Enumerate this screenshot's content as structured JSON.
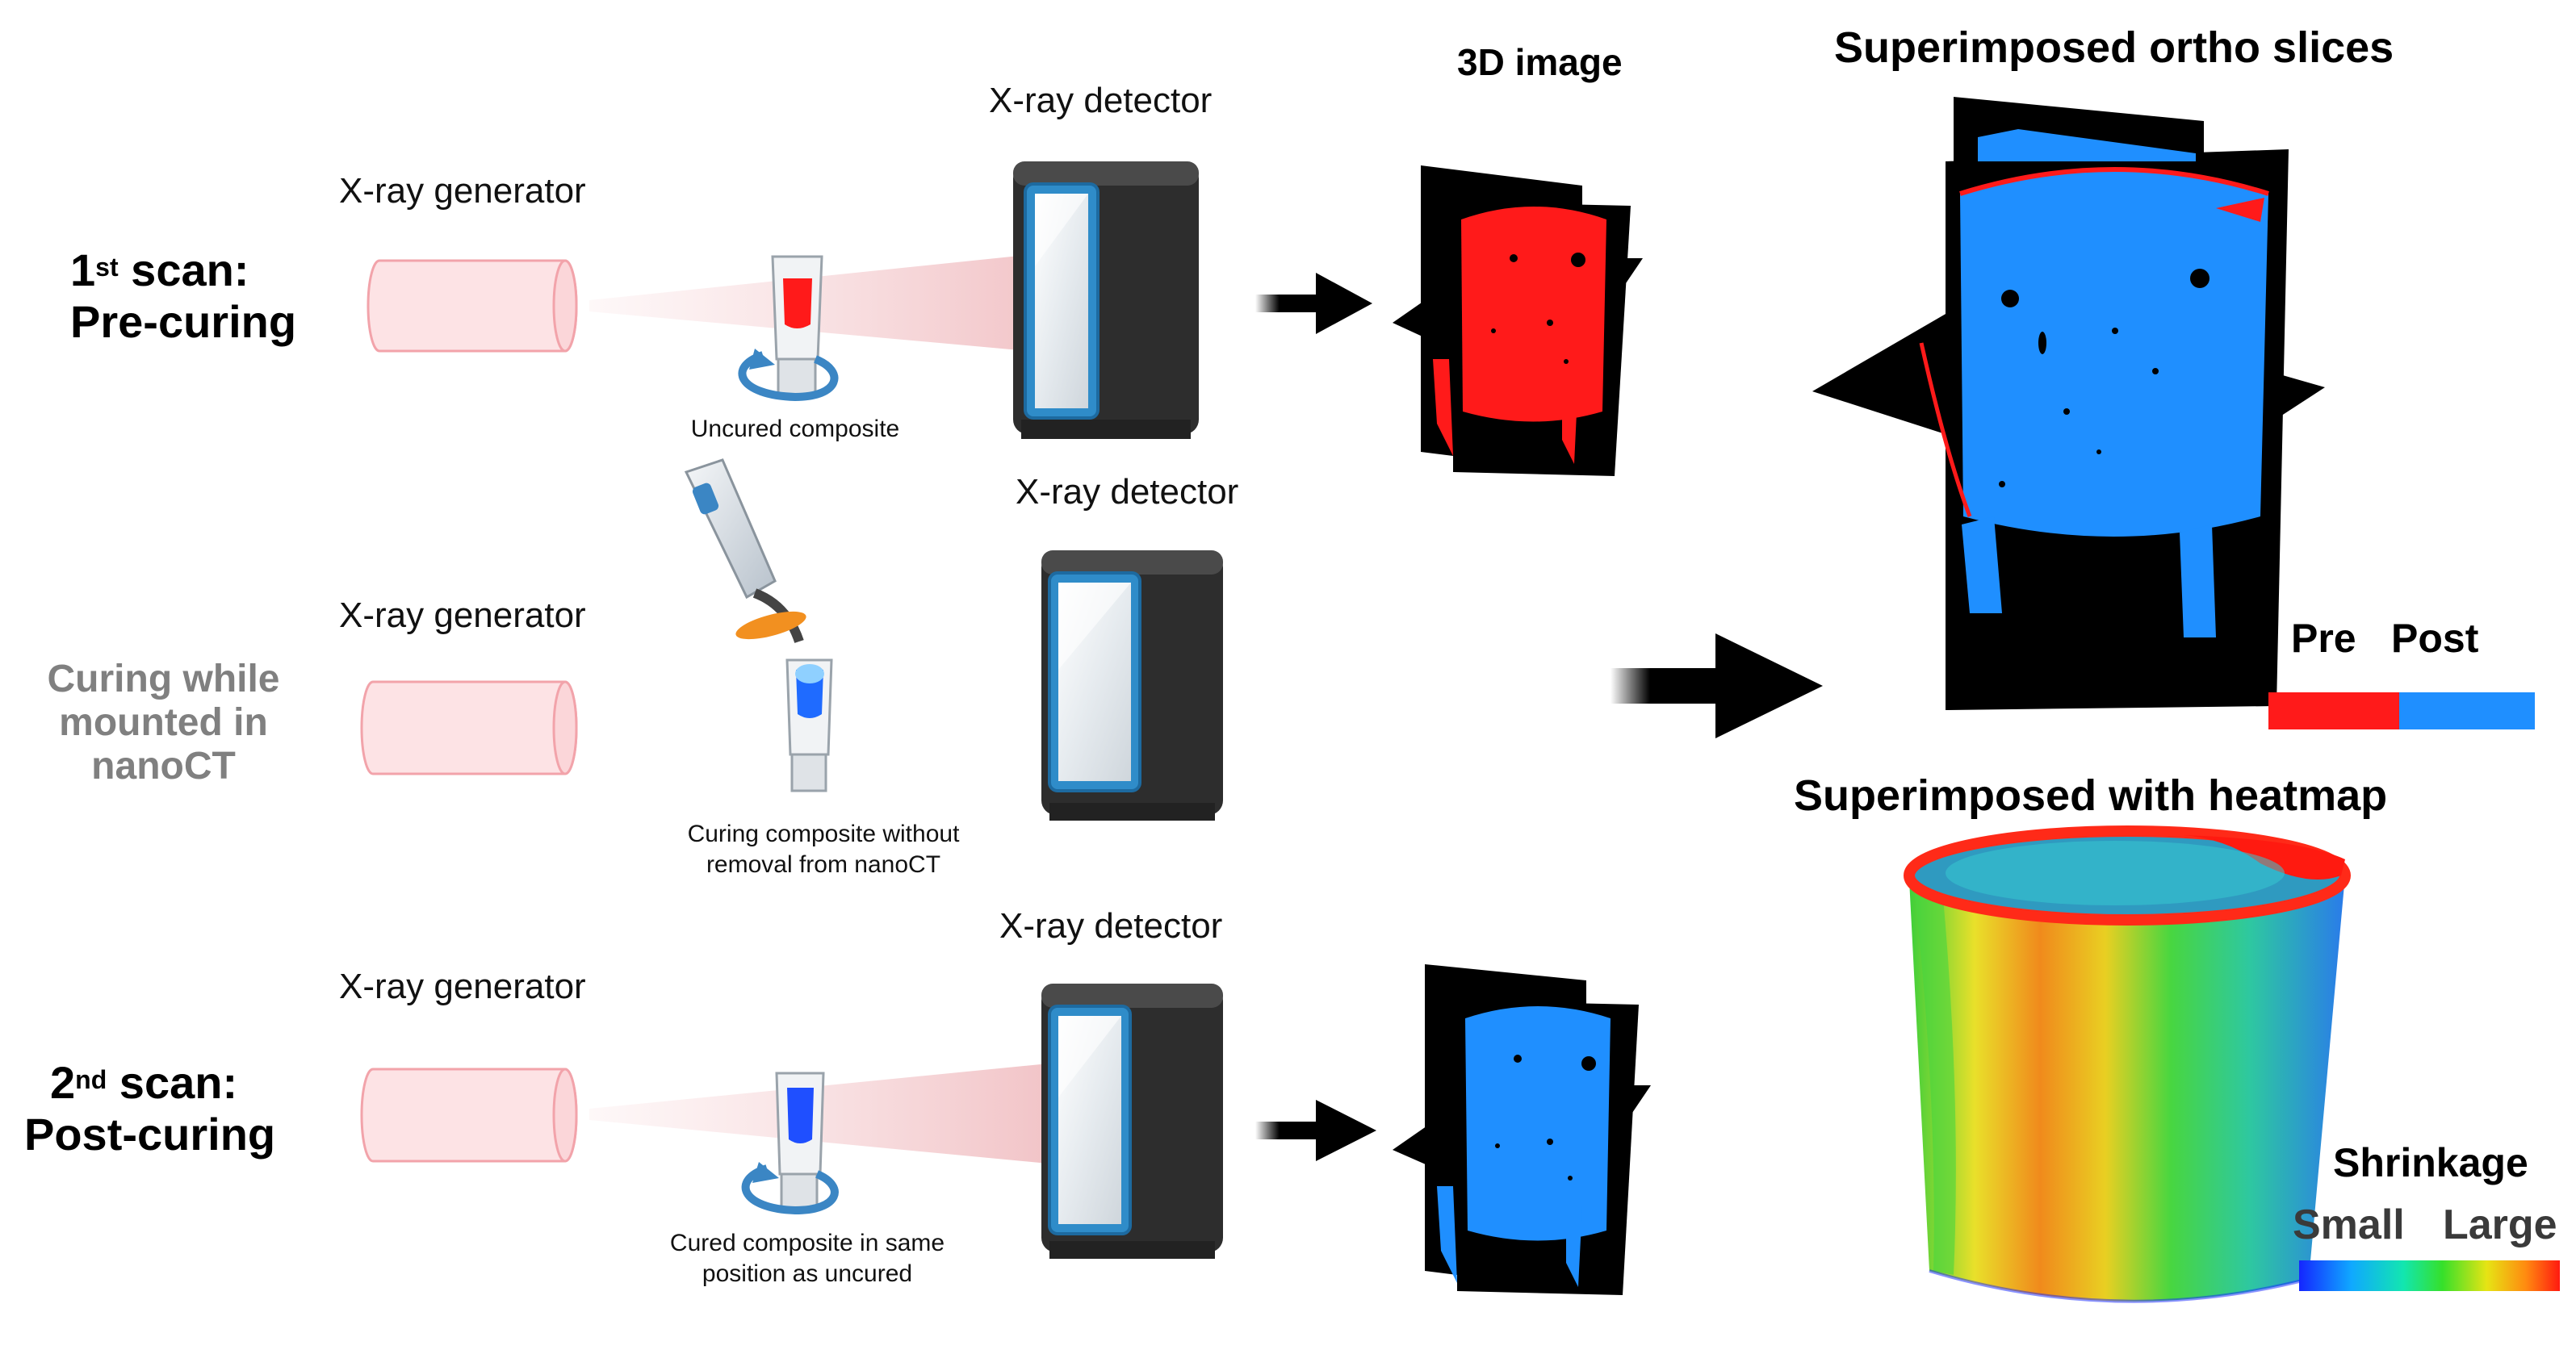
{
  "rows": [
    {
      "scan_sup": "st",
      "scan_num": "1",
      "scan_word": " scan:",
      "scan_phase": "Pre-curing",
      "generator_label": "X-ray generator",
      "detector_label": "X-ray detector",
      "sample_caption_l1": "Uncured composite",
      "sample_caption_l2": ""
    },
    {
      "curing_l1": "Curing while",
      "curing_l2": "mounted in",
      "curing_l3": "nanoCT",
      "generator_label": "X-ray generator",
      "detector_label": "X-ray detector",
      "sample_caption_l1": "Curing composite without",
      "sample_caption_l2": "removal from nanoCT"
    },
    {
      "scan_sup": "nd",
      "scan_num": "2",
      "scan_word": " scan:",
      "scan_phase": "Post-curing",
      "generator_label": "X-ray generator",
      "detector_label": "X-ray detector",
      "sample_caption_l1": "Cured composite in same",
      "sample_caption_l2": "position as uncured"
    }
  ],
  "image3d_title": "3D image",
  "ortho_title": "Superimposed ortho slices",
  "ortho_legend": {
    "pre": "Pre",
    "post": "Post",
    "pre_color": "#ff1a1a",
    "post_color": "#1f8fff"
  },
  "heatmap_title": "Superimposed with heatmap",
  "heatmap_legend": {
    "title": "Shrinkage",
    "small": "Small",
    "large": "Large"
  },
  "colors": {
    "uncured": "#ff1a1a",
    "cured": "#1f8fff",
    "beam": "#f4c9cc",
    "detector_body": "#2f2f2f",
    "detector_frame": "#2e86c1"
  }
}
